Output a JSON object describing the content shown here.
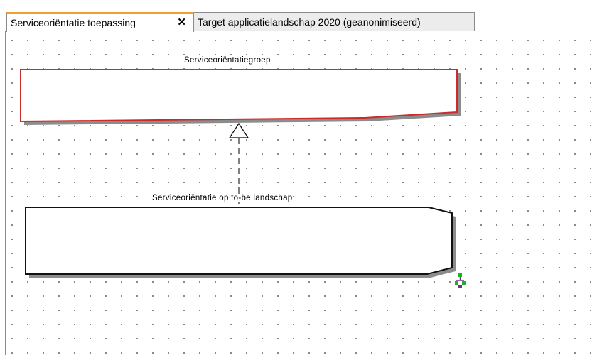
{
  "tabs": [
    {
      "label": "Serviceoriëntatie toepassing",
      "close": "✕",
      "active": true
    },
    {
      "label": "Target applicatielandschap 2020 (geanonimiseerd)",
      "active": false
    }
  ],
  "diagram": {
    "group_label": "Serviceoriëntatiegroep",
    "process_label": "Serviceoriëntatie op to-be landschap",
    "group_border_color": "#cc2b2b",
    "process_border_color": "#111111"
  }
}
